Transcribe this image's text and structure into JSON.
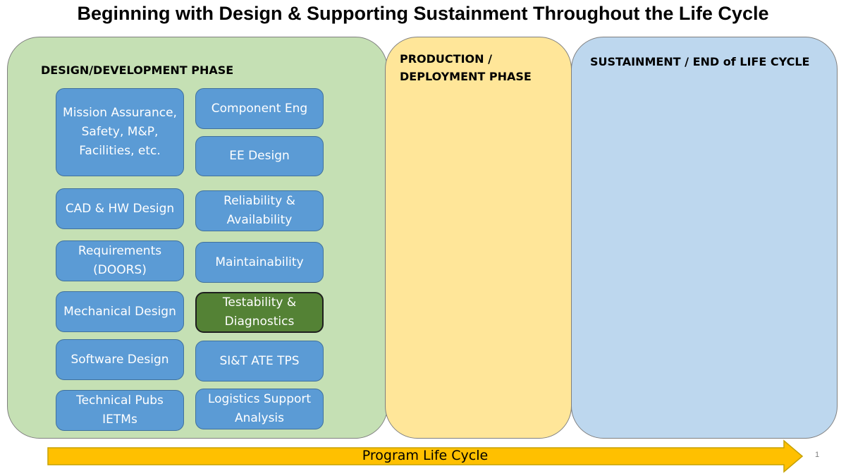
{
  "title": "Beginning with Design & Supporting Sustainment Throughout the Life Cycle",
  "phases": {
    "design": "DESIGN/DEVELOPMENT PHASE",
    "production": "PRODUCTION / DEPLOYMENT PHASE",
    "sustainment": "SUSTAINMENT / END of LIFE CYCLE"
  },
  "boxes": {
    "mission_assurance": "Mission Assurance, Safety, M&P, Facilities, etc.",
    "component_eng": "Component Eng",
    "ee_design": "EE Design",
    "cad_hw_design": "CAD & HW Design",
    "reliability": "Reliability & Availability",
    "requirements": "Requirements (DOORS)",
    "maintainability": "Maintainability",
    "mechanical_design": "Mechanical Design",
    "testability": "Testability & Diagnostics",
    "software_design": "Software Design",
    "sit_ate_tps": "SI&T ATE TPS",
    "technical_pubs": "Technical Pubs IETMs",
    "logistics": "Logistics Support Analysis"
  },
  "arrow_label": "Program Life Cycle",
  "page_number": "1",
  "colors": {
    "design_phase": "#c5e0b4",
    "production_phase": "#ffe699",
    "sustainment_phase": "#bdd7ee",
    "box": "#5b9bd5",
    "selected_box": "#548235",
    "arrow": "#ffc000"
  }
}
